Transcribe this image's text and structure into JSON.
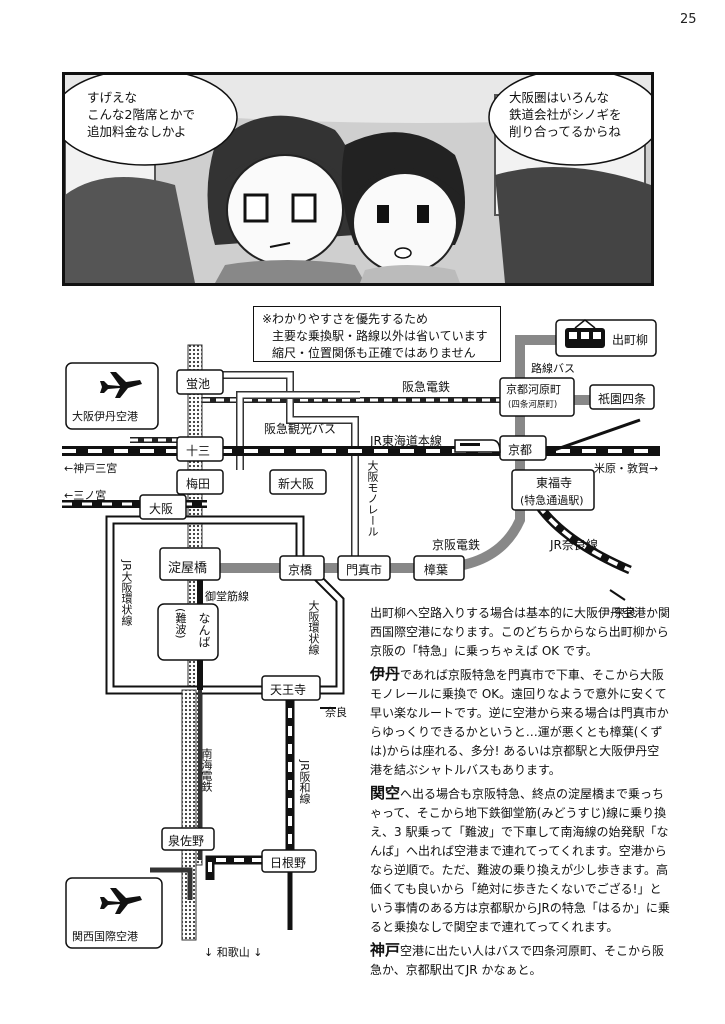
{
  "page_number": "25",
  "comic": {
    "bubble_left": "すげえな\nこんな2階席とかで\n追加料金なしかよ",
    "bubble_right": "大阪圏はいろんな\n鉄道会社がシノギを\n削り合ってるからね"
  },
  "note": {
    "line1": "※わかりやすさを優先するため",
    "line2": "主要な乗換駅・路線以外は省いています",
    "line3": "縮尺・位置関係も正確ではありません"
  },
  "map": {
    "stations": {
      "hotarugaike": "蛍池",
      "juso": "十三",
      "umeda": "梅田",
      "shinosaka": "新大阪",
      "osaka": "大阪",
      "yodoyabashi": "淀屋橋",
      "kyobashi": "京橋",
      "kadoma": "門真市",
      "kuzuha": "樟葉",
      "namba": "なんば",
      "namba_paren": "(難波)",
      "tennoji": "天王寺",
      "izumisano": "泉佐野",
      "hineno": "日根野",
      "kyoto": "京都",
      "kawaramachi": "京都河原町",
      "kawaramachi_sub": "(四条河原町)",
      "gion": "祇園四条",
      "demachi": "出町柳",
      "tofukuji": "東福寺",
      "tofukuji_sub": "(特急通過駅)"
    },
    "airports": {
      "itami": "大阪伊丹空港",
      "kansai": "関西国際空港"
    },
    "lines": {
      "hankyu": "阪急電鉄",
      "hankyu_bus": "阪急観光バス",
      "jr_tokaido": "JR東海道本線",
      "rosen_bus": "路線バス",
      "osaka_monorail": "大阪モノレール",
      "keihan": "京阪電鉄",
      "jr_nara": "JR奈良線",
      "jr_loop": "JR大阪環状線",
      "jr_loop2": "大阪環状線",
      "midosuji": "御堂筋線",
      "nankai": "南海電鉄",
      "jr_hanwa": "JR阪和線"
    },
    "directions": {
      "kobe_sannomiya": "←神戸三宮",
      "sannomiya": "←三ノ宮",
      "maibara": "米原・敦賀→",
      "nara1": "奈良",
      "nara2": "奈良",
      "wakayama": "↓ 和歌山 ↓"
    }
  },
  "article": {
    "p1": "出町柳へ空路入りする場合は基本的に大阪伊丹空港か関西国際空港になります。このどちらからなら出町柳から京阪の「特急」に乗っちゃえば OK です。",
    "p2_lead": "伊丹",
    "p2": "であれば京阪特急を門真市で下車、そこから大阪モノレールに乗換で OK。遠回りなようで意外に安くて早い楽なルートです。逆に空港から来る場合は門真市からゆっくりできるかというと…運が悪くとも樟葉(くずは)からは座れる、多分! あるいは京都駅と大阪伊丹空港を結ぶシャトルバスもあります。",
    "p3_lead": "関空",
    "p3": "へ出る場合も京阪特急、終点の淀屋橋まで乗っちゃって、そこから地下鉄御堂筋(みどうすじ)線に乗り換え、3 駅乗って「難波」で下車して南海線の始発駅「なんば」へ出れば空港まで連れてってくれます。空港からなら逆順で。ただ、難波の乗り換えが少し歩きます。高価くても良いから「絶対に歩きたくないでござる!」という事情のある方は京都駅からJRの特急「はるか」に乗ると乗換なしで関空まで連れてってくれます。",
    "p4_lead": "神戸",
    "p4": "空港に出たい人はバスで四条河原町、そこから阪急か、京都駅出てJR かなぁと。"
  }
}
